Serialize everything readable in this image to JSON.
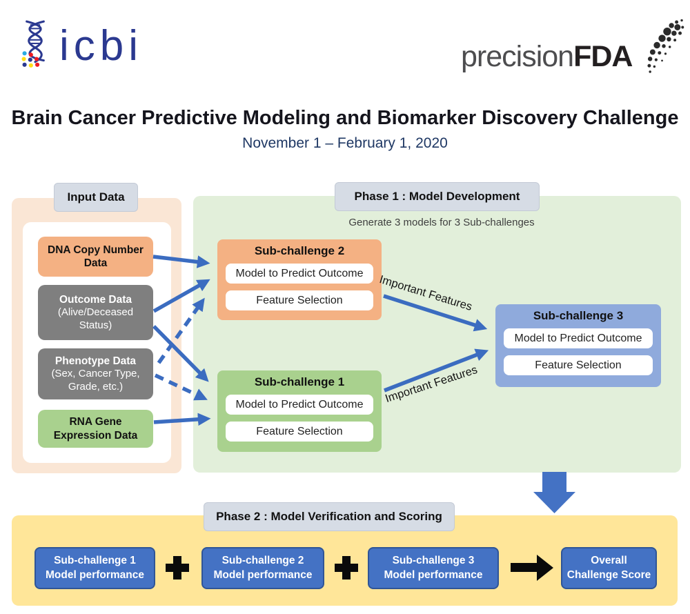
{
  "header": {
    "icbi_logo_text": "icbi",
    "precision_text": "precision",
    "fda_text": "FDA",
    "title": "Brain Cancer Predictive Modeling and Biomarker Discovery Challenge",
    "subtitle": "November 1 – February 1, 2020"
  },
  "input_panel": {
    "label": "Input Data",
    "items": [
      {
        "title": "DNA Copy Number Data",
        "subtitle": "",
        "color": "#F4B183"
      },
      {
        "title": "Outcome Data",
        "subtitle": "(Alive/Deceased Status)",
        "color": "#7F7F7F"
      },
      {
        "title": "Phenotype Data",
        "subtitle": "(Sex, Cancer Type, Grade, etc.)",
        "color": "#7F7F7F"
      },
      {
        "title": "RNA Gene Expression Data",
        "subtitle": "",
        "color": "#A9D18E"
      }
    ]
  },
  "phase1": {
    "label": "Phase 1 : Model Development",
    "note": "Generate 3 models for 3 Sub-challenges",
    "cards": [
      {
        "title": "Sub-challenge 2",
        "items": [
          "Model to Predict Outcome",
          "Feature Selection"
        ],
        "color": "#F4B183"
      },
      {
        "title": "Sub-challenge 1",
        "items": [
          "Model to Predict Outcome",
          "Feature Selection"
        ],
        "color": "#A9D18E"
      },
      {
        "title": "Sub-challenge 3",
        "items": [
          "Model to Predict Outcome",
          "Feature Selection"
        ],
        "color": "#8FAADC"
      }
    ],
    "arrow_labels": [
      "Important Features",
      "Important Features"
    ]
  },
  "phase2": {
    "label": "Phase 2 : Model Verification and Scoring",
    "boxes": [
      {
        "line1": "Sub-challenge 1",
        "line2": "Model performance"
      },
      {
        "line1": "Sub-challenge 2",
        "line2": "Model performance"
      },
      {
        "line1": "Sub-challenge 3",
        "line2": "Model performance"
      },
      {
        "line1": "Overall",
        "line2": "Challenge Score"
      }
    ],
    "operators": [
      "+",
      "+",
      "→"
    ]
  },
  "colors": {
    "arrow_blue": "#3B6CC0",
    "accent_blue": "#4472C4",
    "card_blue": "#8FAADC",
    "orange": "#F4B183",
    "grey": "#7F7F7F",
    "green": "#A9D18E",
    "panel_green": "#E2EFDA",
    "panel_peach": "#FAE6D5",
    "panel_yellow": "#FFE699",
    "chip_grey": "#D6DCE5"
  }
}
